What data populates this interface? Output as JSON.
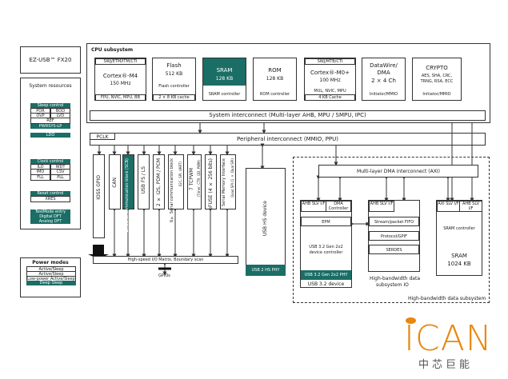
{
  "chip_name": "EZ-USB™ FX20",
  "system_resources": {
    "title": "System resources",
    "sleep_control": "Sleep control",
    "por": "POR",
    "bod": "BOD",
    "ovp": "OVP",
    "lvd": "LVD",
    "ref": "REF",
    "pwrsys": "PWRSYS-LP",
    "ldo": "LDO",
    "clock_control": "Clock control",
    "ilo": "ILO",
    "wdt": "WDT",
    "imo": "IMO",
    "csv": "CSV",
    "fll": "FLL",
    "pll": "PLL",
    "reset_control": "Reset control",
    "xres": "XRES",
    "testmode": "TestMode entry",
    "digital_dft": "Digital DFT",
    "analog_dft": "Analog DFT"
  },
  "power_modes": {
    "title": "Power modes",
    "items": [
      "Active/Sleep",
      "Active/Sleep",
      "Low-power Active/Sleep",
      "Deep Sleep"
    ]
  },
  "cpu": {
    "title": "CPU subsystem",
    "m4": {
      "top": "SWJ/ETM/ITM/CTI",
      "name": "Cortex®-M4",
      "freq": "150 MHz",
      "bottom": "FPU, NVIC, MPU, BB"
    },
    "flash": {
      "name": "Flash",
      "size": "512 KB",
      "ctrl": "Flash controller",
      "cache": "2 × 8 KB cache"
    },
    "sram": {
      "name": "SRAM",
      "size": "128 KB",
      "ctrl": "SRAM controller"
    },
    "rom": {
      "name": "ROM",
      "size": "128 KB",
      "ctrl": "ROM controller"
    },
    "m0": {
      "top": "SWJ/MTB/CTI",
      "name": "Cortex®-M0+",
      "freq": "100 MHz",
      "bottom1": "MUL, NVIC, MPU",
      "bottom2": "4 KB Cache"
    },
    "dma": {
      "name1": "DataWire/",
      "name2": "DMA",
      "name3": "2 × 4 Ch",
      "ctrl": "Initiator/MMIO"
    },
    "crypto": {
      "name": "CRYPTO",
      "line1": "AES, SHA, CRC,",
      "line2": "TRNG, RSA, ECC",
      "ctrl": "Initiator/MMIO"
    },
    "interconnect": "System interconnect (Multi-layer AHB, MPU / SMPU, IPC)"
  },
  "peripheral": {
    "pclk": "PCLK",
    "interconnect": "Peripheral interconnect (MMIO, PPU)",
    "columns": [
      "IOSS GPIO",
      "CAN",
      "1x Serial communication block (SCB)",
      "USB FS / LS",
      "2 × I2S, PDM / PCM",
      "6× Serial communication block",
      "7 TCPWM",
      "eFUSE (4 × 256 bits)",
      "Serial Memory Interface"
    ],
    "col_sub": [
      "",
      "",
      "",
      "",
      "",
      "(I2C, SPI, UART)",
      "(Timer, CTR, QD, PWM)",
      "",
      "Quad SPI (1 × Dual SPI)"
    ],
    "matrix": "High-speed I/O Matrix, Boundary scan",
    "gpios": "GPIOs"
  },
  "usb_hs": {
    "device": "USB HS device",
    "phy": "USB 2 HS PHY"
  },
  "hbw": {
    "title": "High-bandwidth data subsystem",
    "axi": "Multi-layer DMA interconnect (AXI)",
    "usb32": {
      "ahb_slv": "AHB SLV I/F",
      "dma_ctrl": "DMA Controller",
      "epm": "EPM",
      "gen2x2_1": "USB 3.2 Gen 2x2",
      "gen2x2_2": "device controller",
      "phy": "USB 3.2 Gen 2x2 PHY",
      "label": "USB 3.2 device"
    },
    "io": {
      "ahb_slv": "AHB SLV I/F",
      "fifo": "Stream/packet FIFO",
      "gpif": "Protocol/GPIF",
      "serdes": "SERDES",
      "label1": "High-bandwidth data",
      "label2": "subsystem IO"
    },
    "sram": {
      "axi_slv": "AXI SLV I/F",
      "ahb_slv": "AHB SLV I/F",
      "ctrl": "SRAM controller",
      "name": "SRAM",
      "size": "1024 KB"
    }
  },
  "logo": {
    "text": "ICAN",
    "sub": "中芯巨能"
  }
}
